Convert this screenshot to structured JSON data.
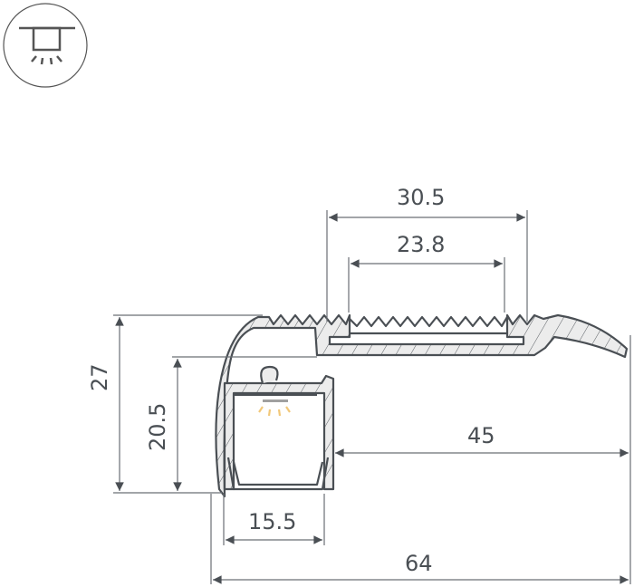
{
  "icon": {
    "name": "ceiling-light-icon",
    "description": "recessed downlight in circle"
  },
  "dimensions": {
    "top_width_outer": "30.5",
    "top_width_inner": "23.8",
    "total_height": "27",
    "inner_height": "20.5",
    "right_width": "45",
    "channel_width": "15.5",
    "total_width": "64"
  },
  "colors": {
    "line": "#4a4f54",
    "fill": "#ececec",
    "led_glow": "#f2c879"
  }
}
